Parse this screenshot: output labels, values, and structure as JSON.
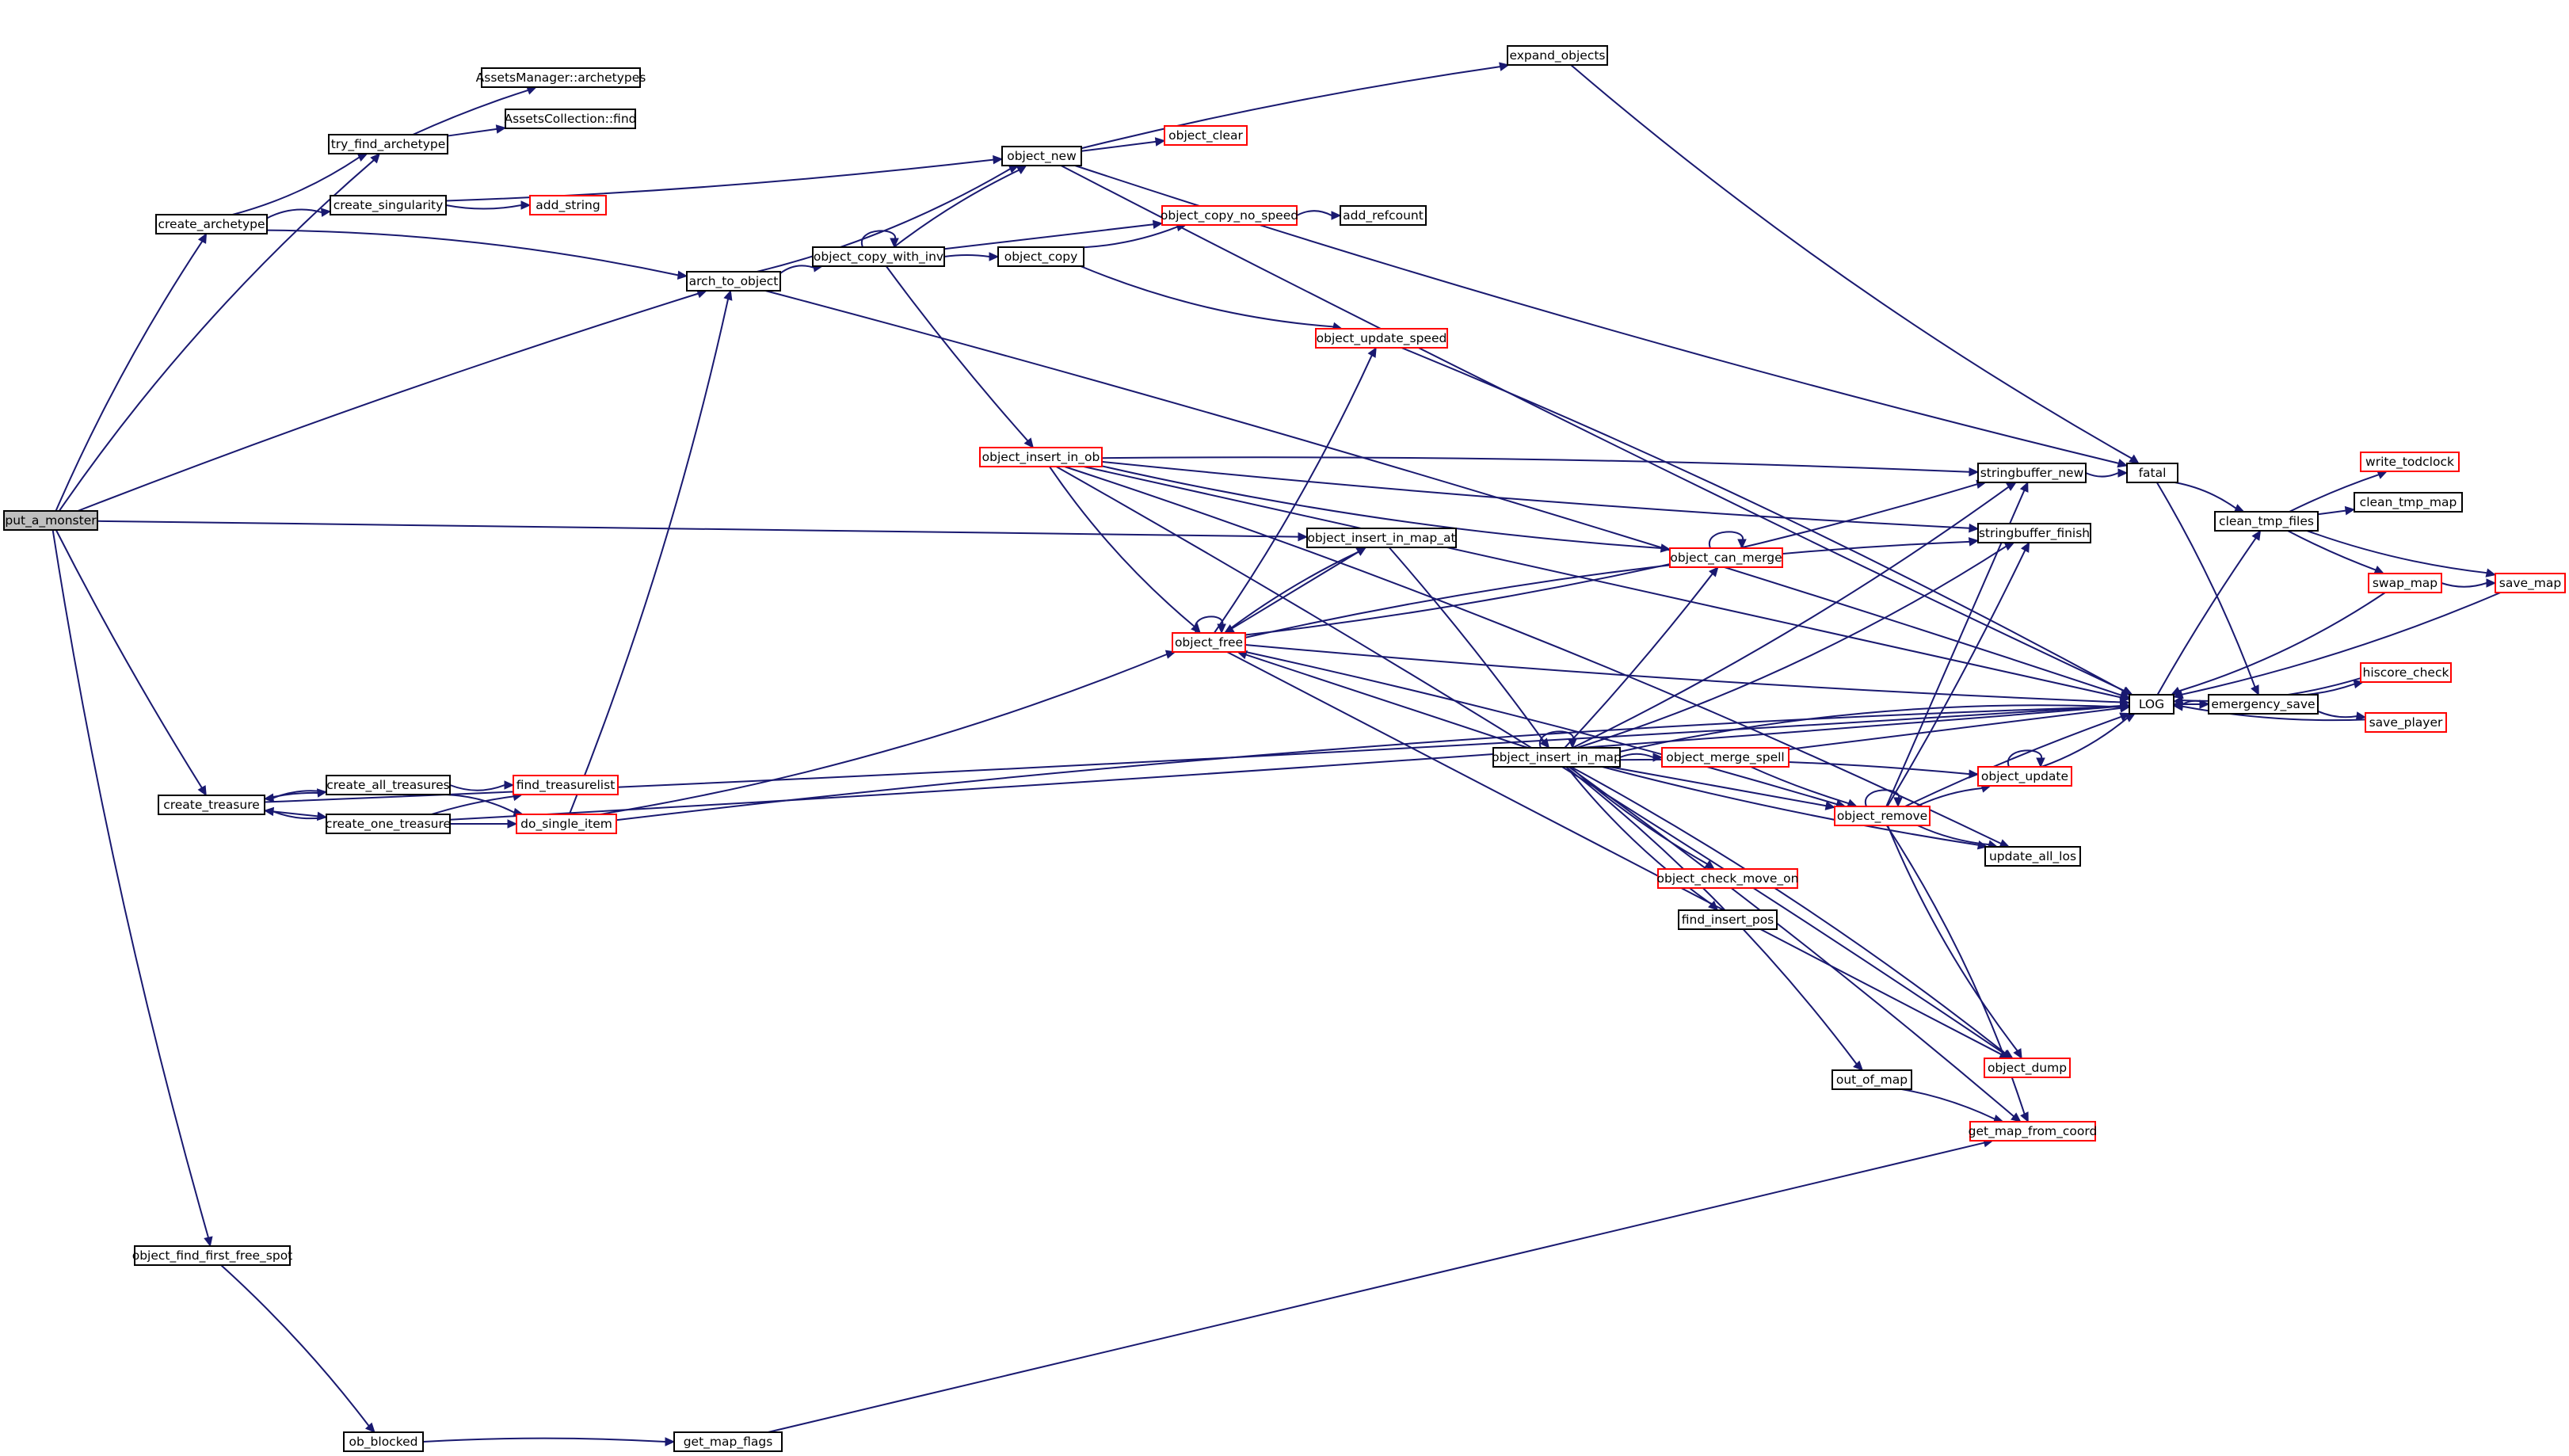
{
  "diagram": {
    "type": "call-graph",
    "colors": {
      "edge": "#191970",
      "node_border": "#000000",
      "node_truncated_border": "#ff0000",
      "root_fill": "#bfbfbf",
      "node_fill": "#ffffff"
    },
    "nodes": [
      {
        "id": "put_a_monster",
        "label": "put_a_monster",
        "root": true
      },
      {
        "id": "create_archetype",
        "label": "create_archetype"
      },
      {
        "id": "try_find_archetype",
        "label": "try_find_archetype"
      },
      {
        "id": "archetypes",
        "label": "AssetsManager::archetypes"
      },
      {
        "id": "find",
        "label": "AssetsCollection::find"
      },
      {
        "id": "create_singularity",
        "label": "create_singularity"
      },
      {
        "id": "add_string",
        "label": "add_string",
        "truncated": true
      },
      {
        "id": "arch_to_object",
        "label": "arch_to_object"
      },
      {
        "id": "object_new",
        "label": "object_new"
      },
      {
        "id": "expand_objects",
        "label": "expand_objects"
      },
      {
        "id": "object_clear",
        "label": "object_clear",
        "truncated": true
      },
      {
        "id": "object_copy_with_inv",
        "label": "object_copy_with_inv"
      },
      {
        "id": "object_copy",
        "label": "object_copy"
      },
      {
        "id": "object_copy_no_speed",
        "label": "object_copy_no_speed",
        "truncated": true
      },
      {
        "id": "add_refcount",
        "label": "add_refcount"
      },
      {
        "id": "object_update_speed",
        "label": "object_update_speed",
        "truncated": true
      },
      {
        "id": "object_insert_in_ob",
        "label": "object_insert_in_ob",
        "truncated": true
      },
      {
        "id": "object_insert_in_map_at",
        "label": "object_insert_in_map_at"
      },
      {
        "id": "object_free",
        "label": "object_free",
        "truncated": true
      },
      {
        "id": "object_can_merge",
        "label": "object_can_merge",
        "truncated": true
      },
      {
        "id": "stringbuffer_new",
        "label": "stringbuffer_new"
      },
      {
        "id": "stringbuffer_finish",
        "label": "stringbuffer_finish"
      },
      {
        "id": "fatal",
        "label": "fatal"
      },
      {
        "id": "clean_tmp_files",
        "label": "clean_tmp_files"
      },
      {
        "id": "write_todclock",
        "label": "write_todclock",
        "truncated": true
      },
      {
        "id": "clean_tmp_map",
        "label": "clean_tmp_map"
      },
      {
        "id": "swap_map",
        "label": "swap_map",
        "truncated": true
      },
      {
        "id": "save_map",
        "label": "save_map",
        "truncated": true
      },
      {
        "id": "LOG",
        "label": "LOG"
      },
      {
        "id": "emergency_save",
        "label": "emergency_save"
      },
      {
        "id": "hiscore_check",
        "label": "hiscore_check",
        "truncated": true
      },
      {
        "id": "save_player",
        "label": "save_player",
        "truncated": true
      },
      {
        "id": "object_insert_in_map",
        "label": "object_insert_in_map"
      },
      {
        "id": "object_merge_spell",
        "label": "object_merge_spell",
        "truncated": true
      },
      {
        "id": "object_update",
        "label": "object_update",
        "truncated": true
      },
      {
        "id": "object_remove",
        "label": "object_remove",
        "truncated": true
      },
      {
        "id": "update_all_los",
        "label": "update_all_los"
      },
      {
        "id": "object_check_move_on",
        "label": "object_check_move_on",
        "truncated": true
      },
      {
        "id": "find_insert_pos",
        "label": "find_insert_pos"
      },
      {
        "id": "out_of_map",
        "label": "out_of_map"
      },
      {
        "id": "object_dump",
        "label": "object_dump",
        "truncated": true
      },
      {
        "id": "get_map_from_coord",
        "label": "get_map_from_coord",
        "truncated": true
      },
      {
        "id": "create_treasure",
        "label": "create_treasure"
      },
      {
        "id": "create_all_treasures",
        "label": "create_all_treasures"
      },
      {
        "id": "create_one_treasure",
        "label": "create_one_treasure"
      },
      {
        "id": "find_treasurelist",
        "label": "find_treasurelist",
        "truncated": true
      },
      {
        "id": "do_single_item",
        "label": "do_single_item",
        "truncated": true
      },
      {
        "id": "object_find_first_free_spot",
        "label": "object_find_first_free_spot"
      },
      {
        "id": "ob_blocked",
        "label": "ob_blocked"
      },
      {
        "id": "get_map_flags",
        "label": "get_map_flags"
      }
    ],
    "edges": [
      {
        "from": "put_a_monster",
        "to": "try_find_archetype"
      },
      {
        "from": "put_a_monster",
        "to": "create_archetype"
      },
      {
        "from": "put_a_monster",
        "to": "arch_to_object"
      },
      {
        "from": "put_a_monster",
        "to": "object_insert_in_map_at"
      },
      {
        "from": "put_a_monster",
        "to": "create_treasure"
      },
      {
        "from": "put_a_monster",
        "to": "object_find_first_free_spot"
      },
      {
        "from": "create_archetype",
        "to": "try_find_archetype"
      },
      {
        "from": "create_archetype",
        "to": "create_singularity"
      },
      {
        "from": "create_archetype",
        "to": "arch_to_object"
      },
      {
        "from": "try_find_archetype",
        "to": "archetypes"
      },
      {
        "from": "try_find_archetype",
        "to": "find"
      },
      {
        "from": "create_singularity",
        "to": "object_new"
      },
      {
        "from": "create_singularity",
        "to": "add_string"
      },
      {
        "from": "arch_to_object",
        "to": "object_new"
      },
      {
        "from": "arch_to_object",
        "to": "object_copy_with_inv"
      },
      {
        "from": "arch_to_object",
        "to": "LOG"
      },
      {
        "from": "object_new",
        "to": "expand_objects"
      },
      {
        "from": "object_new",
        "to": "object_clear"
      },
      {
        "from": "object_new",
        "to": "LOG"
      },
      {
        "from": "object_new",
        "to": "fatal"
      },
      {
        "from": "expand_objects",
        "to": "fatal"
      },
      {
        "from": "object_copy_with_inv",
        "to": "object_copy_with_inv"
      },
      {
        "from": "object_copy_with_inv",
        "to": "object_new"
      },
      {
        "from": "object_copy_with_inv",
        "to": "object_copy"
      },
      {
        "from": "object_copy_with_inv",
        "to": "object_copy_no_speed"
      },
      {
        "from": "object_copy_with_inv",
        "to": "object_insert_in_ob"
      },
      {
        "from": "object_copy",
        "to": "object_copy_no_speed"
      },
      {
        "from": "object_copy",
        "to": "object_update_speed"
      },
      {
        "from": "object_copy_no_speed",
        "to": "add_refcount"
      },
      {
        "from": "object_update_speed",
        "to": "LOG"
      },
      {
        "from": "object_insert_in_ob",
        "to": "stringbuffer_new"
      },
      {
        "from": "object_insert_in_ob",
        "to": "LOG"
      },
      {
        "from": "object_insert_in_ob",
        "to": "stringbuffer_finish"
      },
      {
        "from": "object_insert_in_ob",
        "to": "object_can_merge"
      },
      {
        "from": "object_insert_in_ob",
        "to": "object_free"
      },
      {
        "from": "object_insert_in_ob",
        "to": "update_all_los"
      },
      {
        "from": "object_insert_in_ob",
        "to": "object_dump"
      },
      {
        "from": "object_insert_in_map_at",
        "to": "object_insert_in_map"
      },
      {
        "from": "object_insert_in_map_at",
        "to": "object_free"
      },
      {
        "from": "object_free",
        "to": "object_free"
      },
      {
        "from": "object_free",
        "to": "object_update_speed"
      },
      {
        "from": "object_free",
        "to": "stringbuffer_new"
      },
      {
        "from": "object_free",
        "to": "stringbuffer_finish"
      },
      {
        "from": "object_free",
        "to": "object_insert_in_map_at"
      },
      {
        "from": "object_free",
        "to": "object_remove"
      },
      {
        "from": "object_free",
        "to": "object_dump"
      },
      {
        "from": "object_free",
        "to": "LOG"
      },
      {
        "from": "object_can_merge",
        "to": "object_can_merge"
      },
      {
        "from": "stringbuffer_new",
        "to": "fatal"
      },
      {
        "from": "fatal",
        "to": "clean_tmp_files"
      },
      {
        "from": "fatal",
        "to": "emergency_save"
      },
      {
        "from": "clean_tmp_files",
        "to": "write_todclock"
      },
      {
        "from": "clean_tmp_files",
        "to": "clean_tmp_map"
      },
      {
        "from": "clean_tmp_files",
        "to": "swap_map"
      },
      {
        "from": "clean_tmp_files",
        "to": "save_map"
      },
      {
        "from": "swap_map",
        "to": "save_map"
      },
      {
        "from": "swap_map",
        "to": "LOG"
      },
      {
        "from": "save_map",
        "to": "LOG"
      },
      {
        "from": "LOG",
        "to": "clean_tmp_files"
      },
      {
        "from": "LOG",
        "to": "emergency_save"
      },
      {
        "from": "emergency_save",
        "to": "hiscore_check"
      },
      {
        "from": "emergency_save",
        "to": "save_player"
      },
      {
        "from": "emergency_save",
        "to": "LOG"
      },
      {
        "from": "hiscore_check",
        "to": "LOG"
      },
      {
        "from": "save_player",
        "to": "LOG"
      },
      {
        "from": "object_insert_in_map",
        "to": "object_insert_in_map"
      },
      {
        "from": "object_insert_in_map",
        "to": "object_free"
      },
      {
        "from": "object_insert_in_map",
        "to": "object_can_merge"
      },
      {
        "from": "object_insert_in_map",
        "to": "stringbuffer_new"
      },
      {
        "from": "object_insert_in_map",
        "to": "stringbuffer_finish"
      },
      {
        "from": "object_insert_in_map",
        "to": "LOG"
      },
      {
        "from": "object_insert_in_map",
        "to": "object_merge_spell"
      },
      {
        "from": "object_insert_in_map",
        "to": "object_update"
      },
      {
        "from": "object_insert_in_map",
        "to": "object_remove"
      },
      {
        "from": "object_insert_in_map",
        "to": "update_all_los"
      },
      {
        "from": "object_insert_in_map",
        "to": "object_check_move_on"
      },
      {
        "from": "object_insert_in_map",
        "to": "find_insert_pos"
      },
      {
        "from": "object_insert_in_map",
        "to": "out_of_map"
      },
      {
        "from": "object_insert_in_map",
        "to": "object_dump"
      },
      {
        "from": "object_insert_in_map",
        "to": "get_map_from_coord"
      },
      {
        "from": "object_merge_spell",
        "to": "LOG"
      },
      {
        "from": "object_merge_spell",
        "to": "object_remove"
      },
      {
        "from": "object_update",
        "to": "object_update"
      },
      {
        "from": "object_update",
        "to": "LOG"
      },
      {
        "from": "object_remove",
        "to": "object_remove"
      },
      {
        "from": "object_remove",
        "to": "object_update"
      },
      {
        "from": "object_remove",
        "to": "LOG"
      },
      {
        "from": "object_remove",
        "to": "stringbuffer_new"
      },
      {
        "from": "object_remove",
        "to": "stringbuffer_finish"
      },
      {
        "from": "object_remove",
        "to": "update_all_los"
      },
      {
        "from": "object_remove",
        "to": "object_dump"
      },
      {
        "from": "object_remove",
        "to": "get_map_from_coord"
      },
      {
        "from": "out_of_map",
        "to": "get_map_from_coord"
      },
      {
        "from": "create_treasure",
        "to": "create_all_treasures"
      },
      {
        "from": "create_treasure",
        "to": "create_one_treasure"
      },
      {
        "from": "create_treasure",
        "to": "LOG"
      },
      {
        "from": "create_all_treasures",
        "to": "create_treasure"
      },
      {
        "from": "create_all_treasures",
        "to": "find_treasurelist"
      },
      {
        "from": "create_all_treasures",
        "to": "do_single_item"
      },
      {
        "from": "create_one_treasure",
        "to": "create_treasure"
      },
      {
        "from": "create_one_treasure",
        "to": "find_treasurelist"
      },
      {
        "from": "create_one_treasure",
        "to": "do_single_item"
      },
      {
        "from": "create_one_treasure",
        "to": "LOG"
      },
      {
        "from": "do_single_item",
        "to": "arch_to_object"
      },
      {
        "from": "do_single_item",
        "to": "object_free"
      },
      {
        "from": "do_single_item",
        "to": "LOG"
      },
      {
        "from": "object_find_first_free_spot",
        "to": "ob_blocked"
      },
      {
        "from": "ob_blocked",
        "to": "get_map_flags"
      },
      {
        "from": "get_map_flags",
        "to": "get_map_from_coord"
      }
    ]
  }
}
